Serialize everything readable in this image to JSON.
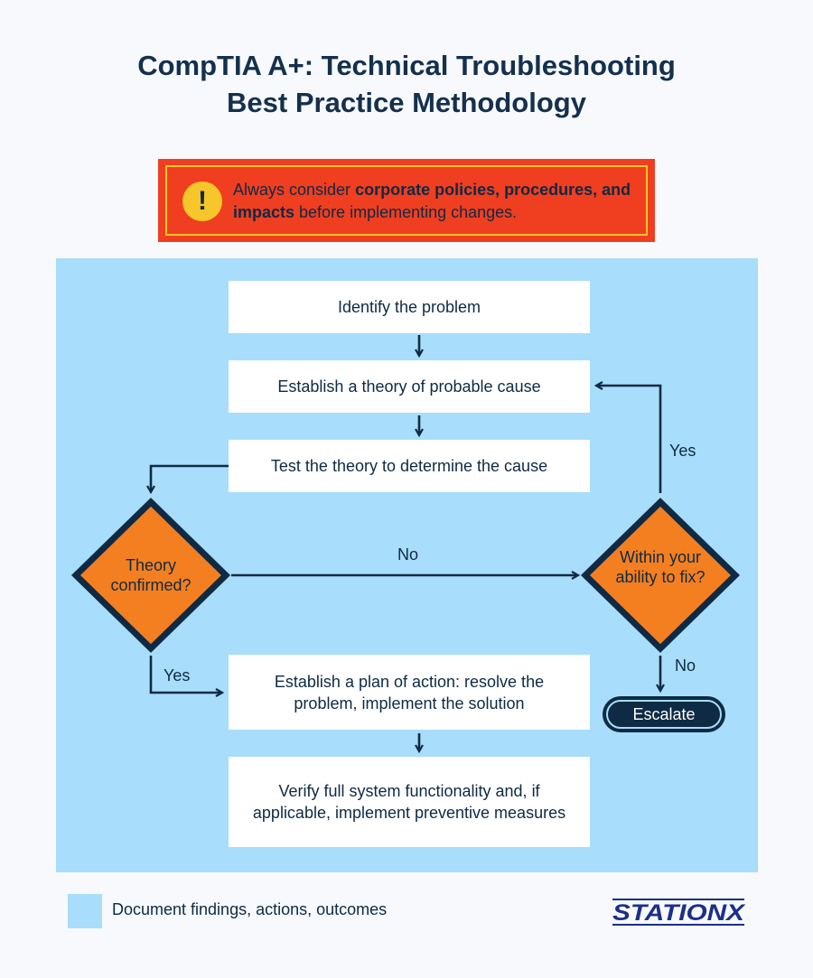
{
  "title": {
    "line1": "CompTIA A+: Technical Troubleshooting",
    "line2": "Best Practice Methodology"
  },
  "warning": {
    "icon": "exclamation-icon",
    "icon_glyph": "!",
    "text_prefix": "Always consider ",
    "text_bold": "corporate policies, procedures, and impacts",
    "text_suffix": " before implementing changes."
  },
  "steps": {
    "identify": "Identify the problem",
    "theory": "Establish a theory of probable cause",
    "test": "Test the theory to determine the cause",
    "plan": "Establish a plan of action: resolve the problem, implement the solution",
    "verify": "Verify full system functionality and, if applicable, implement preventive measures"
  },
  "decisions": {
    "confirmed": "Theory confirmed?",
    "ability": "Within your ability to fix?"
  },
  "edge_labels": {
    "no_to_ability": "No",
    "yes_to_theory": "Yes",
    "yes_to_plan": "Yes",
    "no_to_escalate": "No"
  },
  "escalate": "Escalate",
  "legend": {
    "text": "Document findings, actions, outcomes"
  },
  "logo": {
    "text": "STATIONX"
  },
  "colors": {
    "navy": "#0e2a44",
    "panel": "#a8ddfb",
    "warning_bg": "#f03e21",
    "warning_border": "#f7c62a",
    "diamond": "#f47f20"
  }
}
